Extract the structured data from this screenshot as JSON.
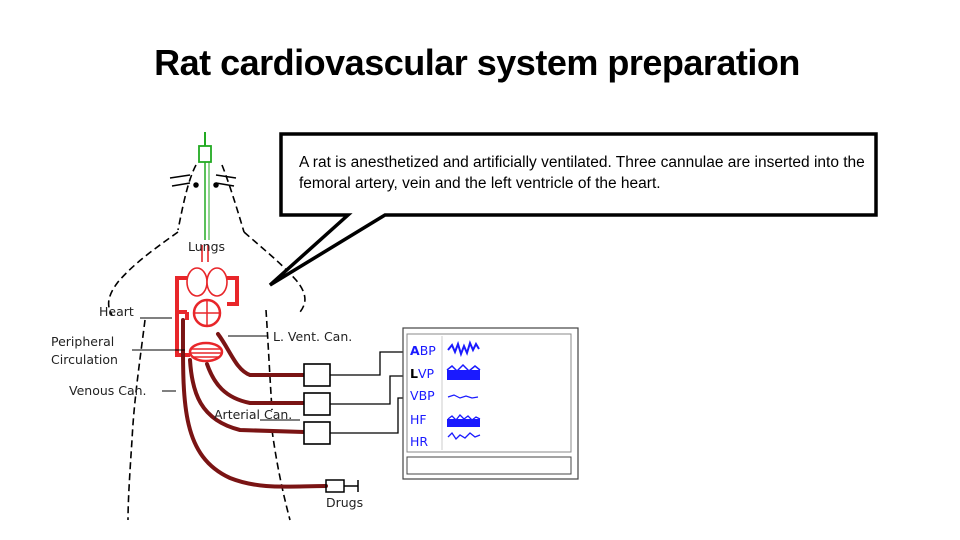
{
  "title": "Rat cardiovascular system preparation",
  "callout": "A rat is anesthetized and artificially ventilated. Three cannulae are inserted into the femoral artery, vein and the left ventricle of the heart.",
  "labels": {
    "lungs": "Lungs",
    "heart": "Heart",
    "peripheral_line1": "Peripheral",
    "peripheral_line2": "Circulation",
    "venous": "Venous Can.",
    "arterial": "Arterial Can.",
    "lvent": "L. Vent. Can.",
    "drugs": "Drugs"
  },
  "monitor": {
    "channels": [
      {
        "prefix": "A",
        "rest": "BP"
      },
      {
        "prefix": "L",
        "rest": "VP"
      },
      {
        "prefix": "V",
        "rest": "BP"
      },
      {
        "prefix": "H",
        "rest": "F"
      },
      {
        "prefix": "H",
        "rest": "R"
      }
    ]
  },
  "colors": {
    "circuit_red": "#e8262a",
    "tube_dark_red": "#7a1414",
    "monitor_blue": "#1a1aff",
    "outline": "#000000"
  }
}
